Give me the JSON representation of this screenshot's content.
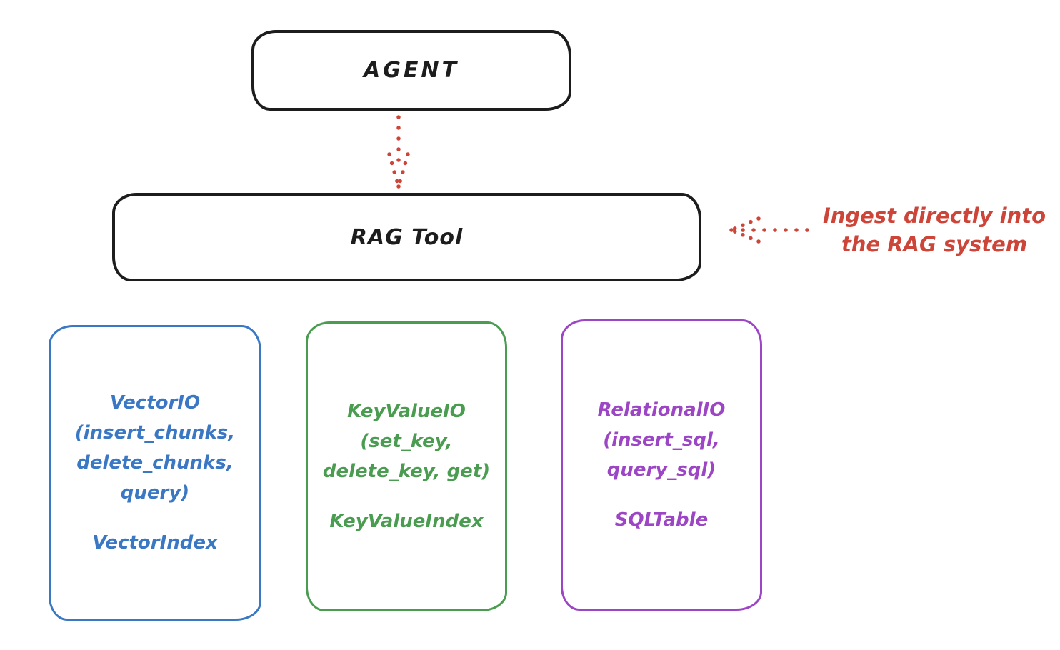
{
  "diagram": {
    "agent": {
      "label": "AGENT"
    },
    "rag_tool": {
      "label": "RAG Tool"
    },
    "annotation": {
      "lines": [
        "Ingest directly into",
        "the RAG system"
      ],
      "color": "#cd4538",
      "arrow_style": "dotted",
      "arrow_direction": "left-toward-rag-tool"
    },
    "agent_to_rag_arrow": {
      "style": "dotted",
      "direction": "down",
      "color": "#cd4538"
    },
    "backends": [
      {
        "name": "VectorIO",
        "color": "#3b78c4",
        "io_lines": [
          "VectorIO",
          "(insert_chunks,",
          "delete_chunks,",
          "query)"
        ],
        "index_label": "VectorIndex"
      },
      {
        "name": "KeyValueIO",
        "color": "#4a9c50",
        "io_lines": [
          "KeyValueIO",
          "(set_key,",
          "delete_key, get)"
        ],
        "index_label": "KeyValueIndex"
      },
      {
        "name": "RelationalIO",
        "color": "#9c45c5",
        "io_lines": [
          "RelationalIO",
          "(insert_sql,",
          "query_sql)"
        ],
        "index_label": "SQLTable"
      }
    ],
    "colors": {
      "stroke_black": "#1d1d1d",
      "background": "#ffffff"
    }
  }
}
